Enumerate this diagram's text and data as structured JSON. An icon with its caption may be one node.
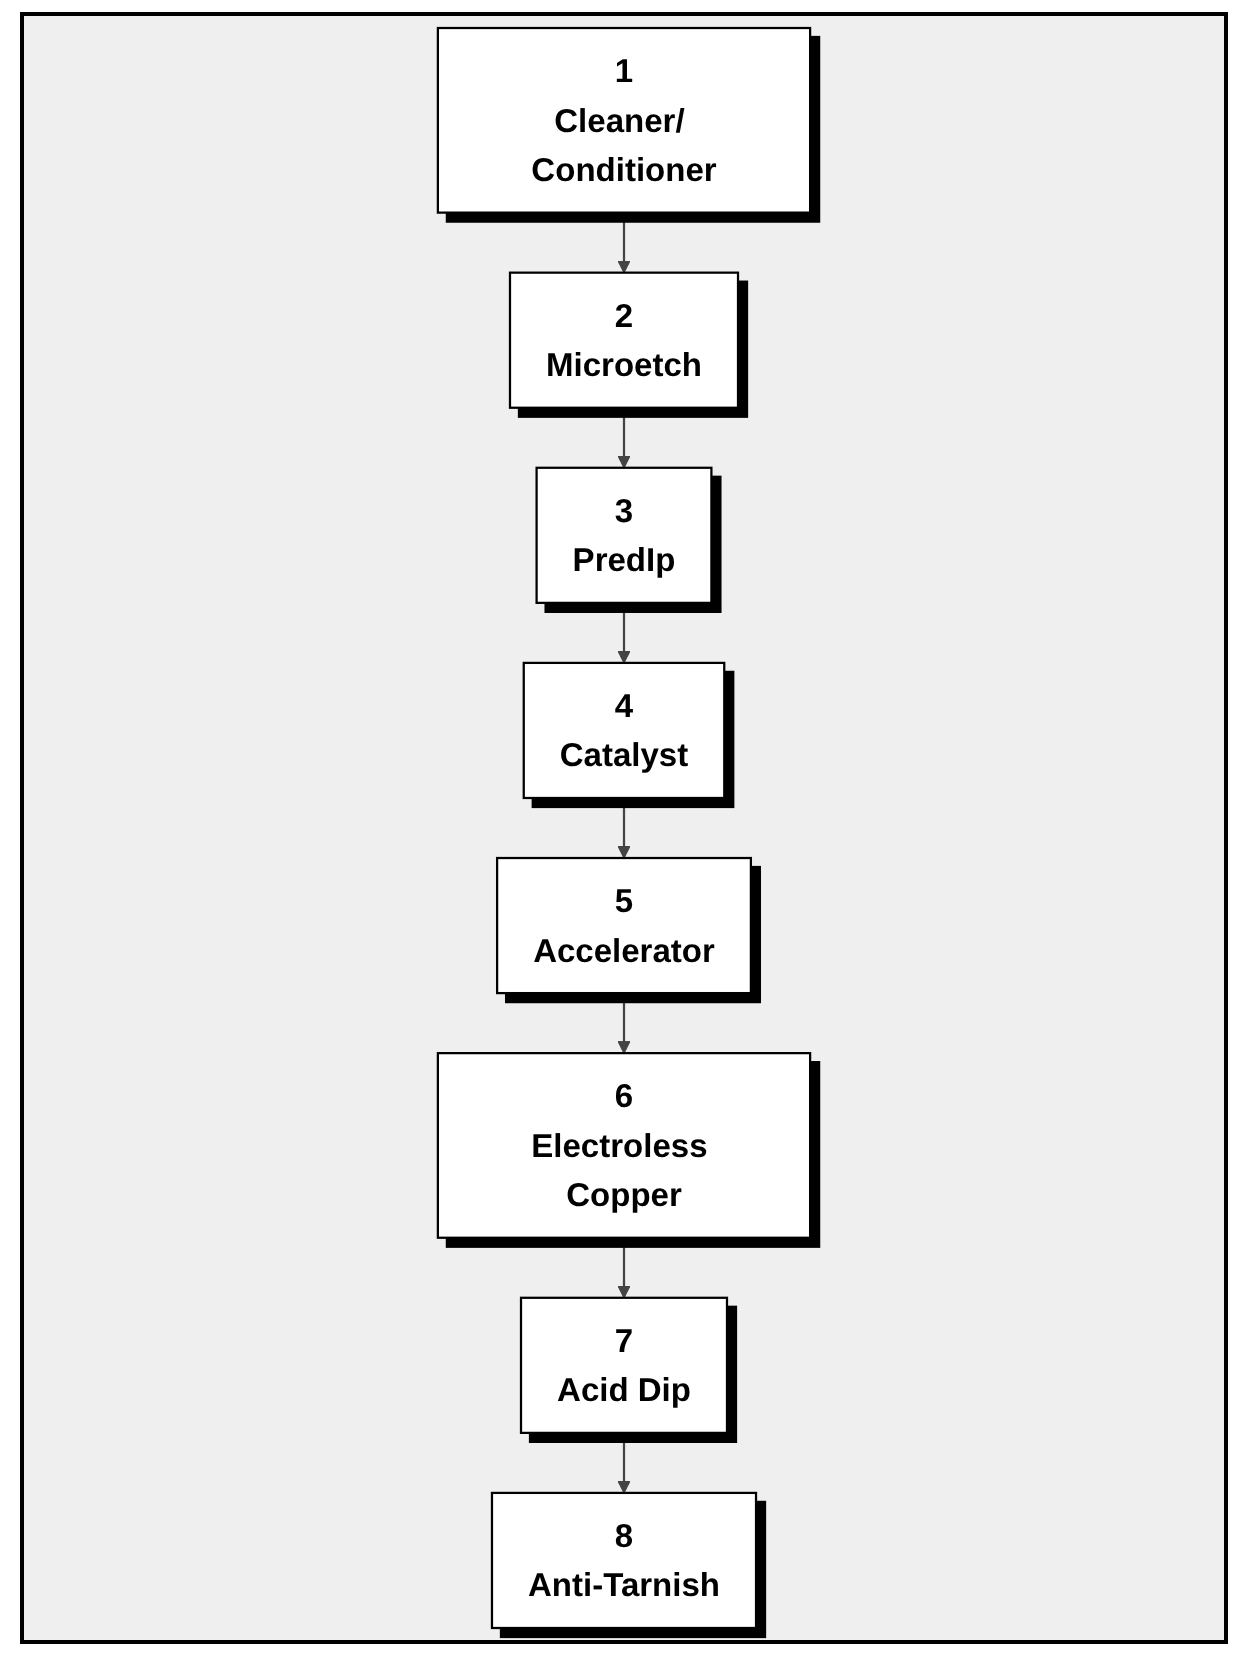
{
  "diagram": {
    "nodes": [
      {
        "text": [
          "1",
          "Cleaner/ Conditioner"
        ]
      },
      {
        "text": [
          "2",
          "Microetch"
        ]
      },
      {
        "text": [
          "3",
          "PredIp"
        ]
      },
      {
        "text": [
          "4",
          "Catalyst"
        ]
      },
      {
        "text": [
          "5",
          "Accelerator"
        ]
      },
      {
        "text": [
          "6",
          "Electroless Copper"
        ]
      },
      {
        "text": [
          "7",
          "Acid Dip"
        ]
      },
      {
        "text": [
          "8",
          "Anti-Tarnish"
        ]
      }
    ],
    "edges": [
      {
        "from": 0,
        "to": 1,
        "arrow": "to"
      },
      {
        "from": 1,
        "to": 2,
        "arrow": "to"
      },
      {
        "from": 2,
        "to": 3,
        "arrow": "to"
      },
      {
        "from": 3,
        "to": 4,
        "arrow": "to"
      },
      {
        "from": 4,
        "to": 5,
        "arrow": "to"
      },
      {
        "from": 5,
        "to": 6,
        "arrow": "to"
      },
      {
        "from": 6,
        "to": 7,
        "arrow": "to"
      }
    ]
  }
}
